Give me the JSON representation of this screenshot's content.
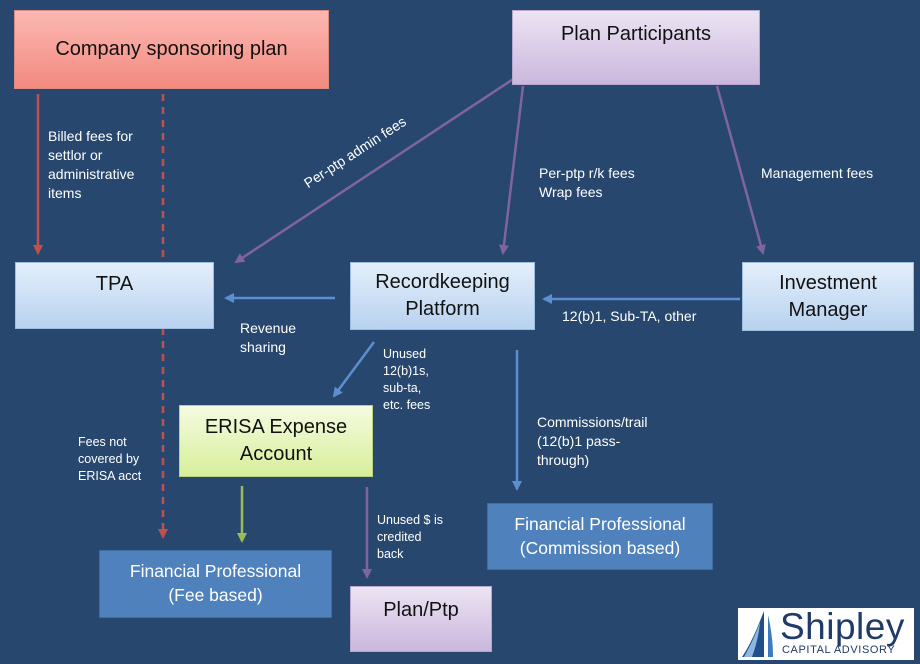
{
  "boxes": {
    "company": "Company sponsoring plan",
    "participants": "Plan Participants",
    "tpa": "TPA",
    "recordkeeping": "Recordkeeping\nPlatform",
    "investment": "Investment\nManager",
    "erisa": "ERISA Expense\nAccount",
    "fp_fee": "Financial Professional\n(Fee based)",
    "fp_commission": "Financial Professional\n(Commission based)",
    "plan_ptp": "Plan/Ptp"
  },
  "labels": {
    "billed_fees": "Billed fees for\nsettlor or\nadministrative\nitems",
    "per_ptp_admin": "Per-ptp admin fees",
    "per_ptp_rk": "Per-ptp r/k fees\nWrap fees",
    "management_fees": "Management fees",
    "revenue_sharing": "Revenue\nsharing",
    "twelve_b1": "12(b)1, Sub-TA, other",
    "unused_fees": "Unused\n12(b)1s,\nsub-ta,\netc. fees",
    "commissions": "Commissions/trail\n(12(b)1 pass-\nthrough)",
    "fees_not_covered": "Fees not\ncovered by\nERISA acct",
    "unused_credited": "Unused $ is\ncredited\nback"
  },
  "logo": {
    "name": "Shipley",
    "tagline": "CAPITAL ADVISORY"
  },
  "colors": {
    "background": "#27476e",
    "red_arrow": "#c0504d",
    "purple_arrow": "#8064a2",
    "blue_arrow": "#5b8fd0",
    "green_arrow": "#9bbb59"
  }
}
